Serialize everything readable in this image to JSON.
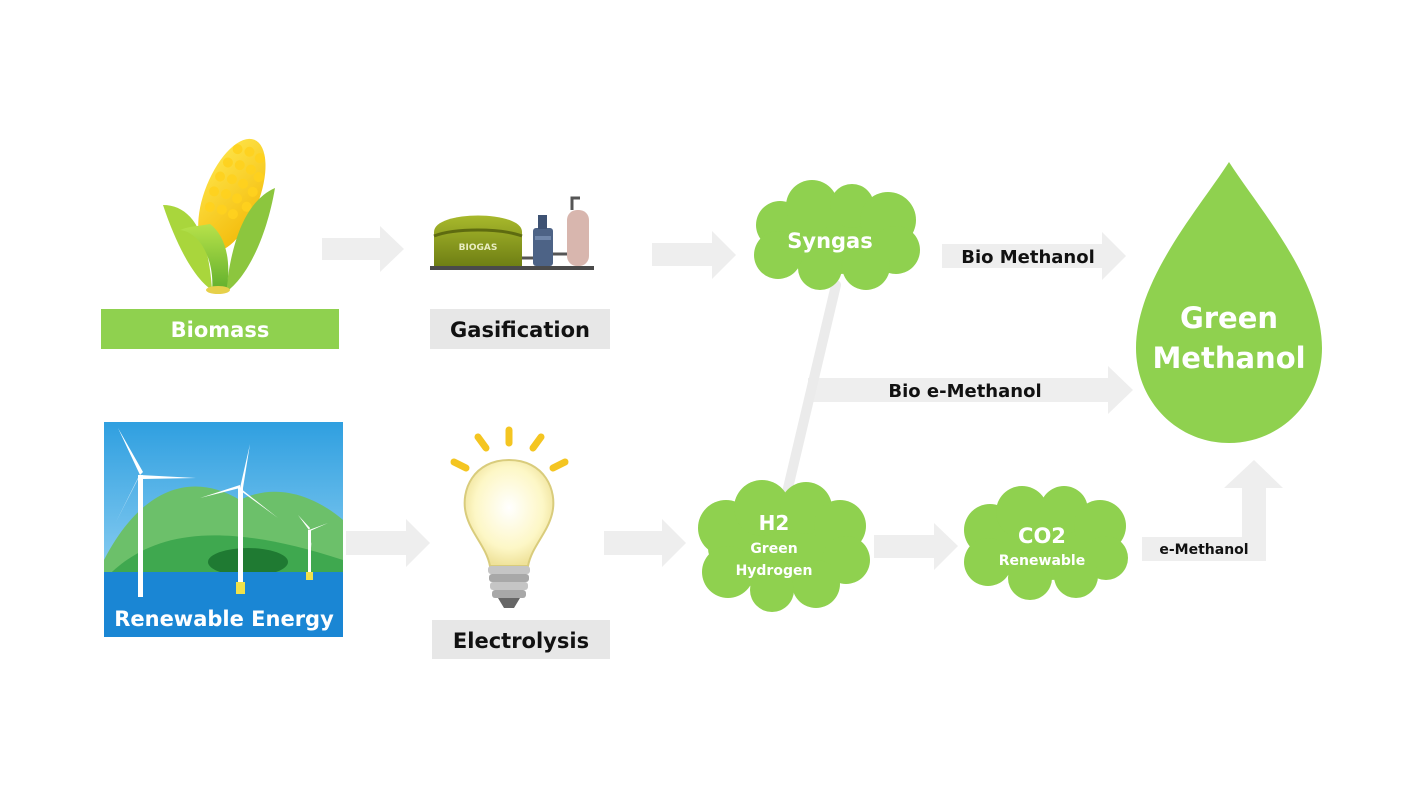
{
  "diagram": {
    "nodes": {
      "biomass": "Biomass",
      "gasification": "Gasification",
      "biogas_tank": "BIOGAS",
      "renewable_energy": "Renewable Energy",
      "electrolysis": "Electrolysis",
      "syngas": "Syngas",
      "h2_title": "H2",
      "h2_line1": "Green",
      "h2_line2": "Hydrogen",
      "co2_title": "CO2",
      "co2_sub": "Renewable",
      "green_methanol_line1": "Green",
      "green_methanol_line2": "Methanol"
    },
    "edges": {
      "bio_methanol": "Bio Methanol",
      "bio_e_methanol": "Bio e-Methanol",
      "e_methanol": "e-Methanol"
    },
    "colors": {
      "accent_green": "#8fd14f",
      "arrow_gray": "#eeeeee",
      "label_gray": "#e7e7e7",
      "sky_blue": "#3aa8e6",
      "water_blue": "#1a86d4"
    },
    "icons": [
      "corn-icon",
      "biogas-plant-icon",
      "wind-farm-icon",
      "light-bulb-icon"
    ]
  }
}
